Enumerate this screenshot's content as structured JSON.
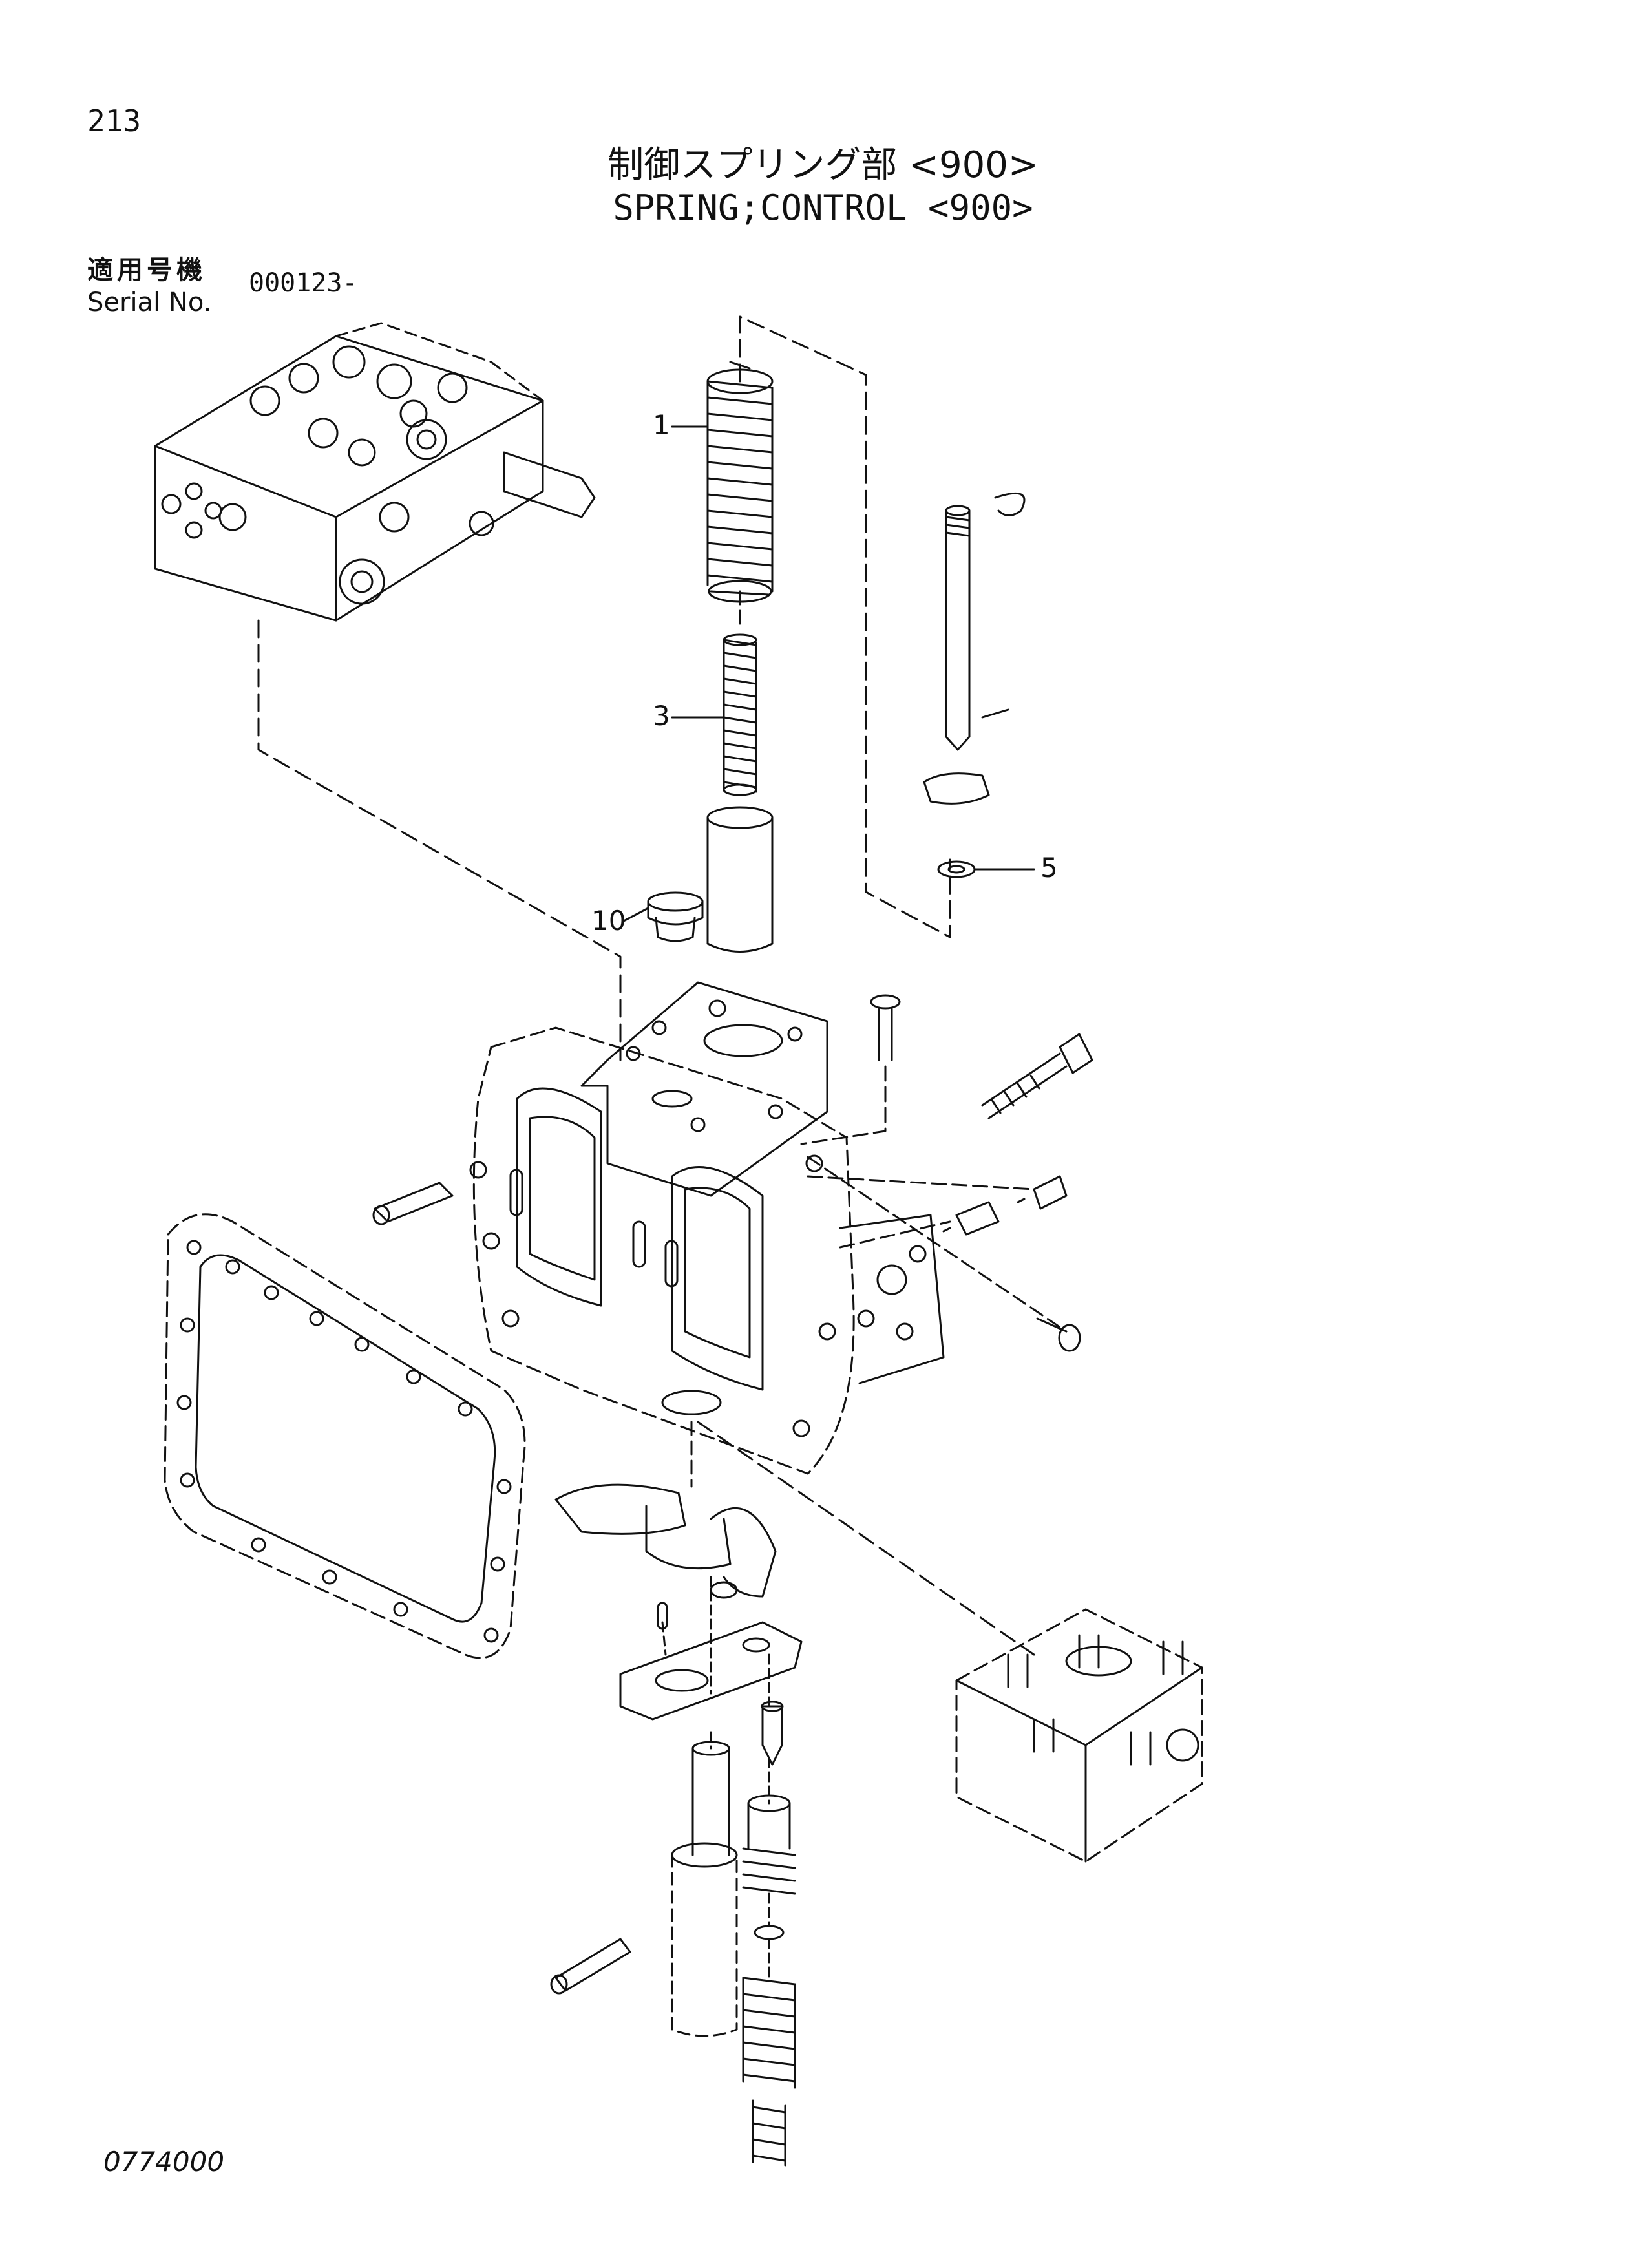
{
  "page": {
    "number": "213",
    "title_jp": "制御スプリング部 <900>",
    "title_en": "SPRING;CONTROL <900>",
    "serial_label_jp": "適用号機",
    "serial_label_en": "Serial No.",
    "serial_value": "000123-",
    "reference_code": "0774000"
  },
  "callouts": [
    {
      "id": "1",
      "label": "1"
    },
    {
      "id": "3",
      "label": "3"
    },
    {
      "id": "5",
      "label": "5"
    },
    {
      "id": "10",
      "label": "10"
    }
  ],
  "colors": {
    "line": "#111111",
    "background": "#ffffff"
  }
}
